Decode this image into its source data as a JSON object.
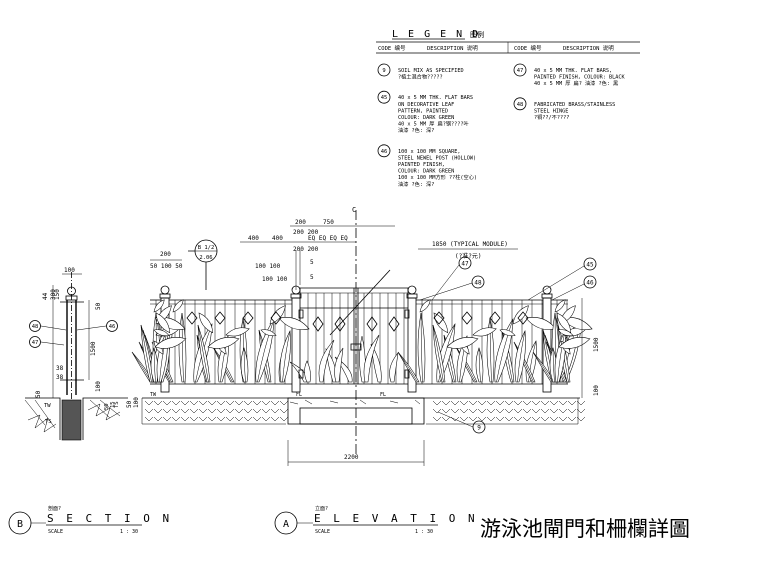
{
  "legend": {
    "title": "L E G E N D",
    "title_cn": "图例",
    "col_code": "CODE 编号",
    "col_desc": "DESCRIPTION  说明",
    "items_left": [
      {
        "code": "9",
        "lines": [
          "SOIL MIX AS SPECIFIED",
          "?植土混合物?????"
        ]
      },
      {
        "code": "45",
        "lines": [
          "40 x 5 MM THK. FLAT BARS",
          "ON DECORATIVE LEAF",
          "PATTERN, PAINTED",
          "COLOUR: DARK GREEN",
          "40 x 5 MM 厚 扁?钢????叶",
          "油漆 ?色: 深?"
        ]
      },
      {
        "code": "46",
        "lines": [
          "100 x 100 MM SQUARE,",
          "STEEL NEWEL POST (HOLLOW)",
          "PAINTED FINISH,",
          "COLOUR: DARK GREEN",
          "100 x 100 MM方形 ??柱(空心)",
          "油漆 ?色: 深?"
        ]
      }
    ],
    "items_right": [
      {
        "code": "47",
        "lines": [
          "40 x 5 MM THK. FLAT BARS,",
          "PAINTED FINISH, COLOUR: BLACK",
          "40 x 5 MM 厚 扁? 油漆 ?色: 黑"
        ]
      },
      {
        "code": "48",
        "lines": [
          "FABRICATED BRASS/STAINLESS",
          "STEEL HINGE",
          "?铜??/不????"
        ]
      }
    ]
  },
  "dimensions": {
    "d200_top": "200",
    "d750": "750",
    "d400a": "400",
    "d400b": "400",
    "d200_200": "200 200",
    "eq": "EQ  EQ  EQ  EQ",
    "d200_left": "200",
    "d50_100_50": "50 100 50",
    "d100_100": "100  100",
    "d100_100_b": "100 100",
    "d5a": "5",
    "d5b": "5",
    "d1850": "1850 (TYPICAL MODULE)",
    "d1850_cn": "(?准?元)",
    "d1500_right": "1500",
    "d100_right": "100",
    "d2200": "2200",
    "gridC": "C",
    "s100": "100",
    "s150": "150",
    "s44": "44",
    "s300": "300",
    "s1500": "1500",
    "s38a": "38",
    "s38b": "38",
    "s50": "50",
    "s100b": "100",
    "s100c": "100",
    "s50b": "50",
    "s50c": "50",
    "tw": "TW",
    "tw2": "TW",
    "ts": "TS",
    "ts2": "TS",
    "fl": "FL",
    "fl2": "FL",
    "s15": "15",
    "s50d": "50",
    "s50e": "50"
  },
  "callouts": {
    "c47": "47",
    "c48": "48",
    "c45": "45",
    "c46": "46",
    "c9": "9",
    "s48": "48",
    "s47": "47",
    "s46": "46",
    "sec_top": "B 1/2",
    "sec_bot": "2.06"
  },
  "views": {
    "section": {
      "letter": "B",
      "cn": "剖面?",
      "title": "S E C T I O N",
      "scale_label": "SCALE",
      "scale": "1 : 30"
    },
    "elevation": {
      "letter": "A",
      "cn": "立面?",
      "title": "E L E V A T I O N",
      "scale_label": "SCALE",
      "scale": "1 : 30"
    }
  },
  "drawing_title": "游泳池閘門和柵欄詳圖"
}
